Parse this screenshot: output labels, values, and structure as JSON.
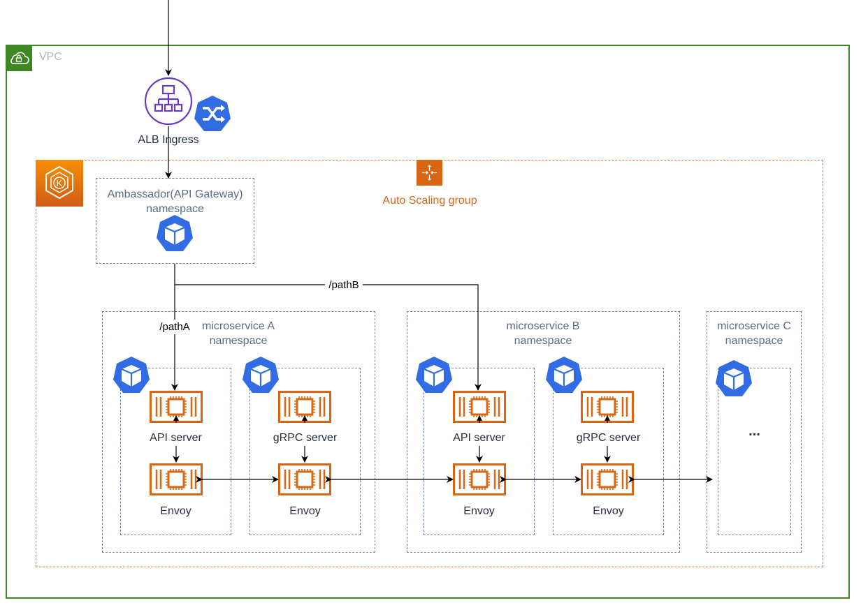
{
  "vpc": {
    "label": "VPC",
    "icon": "vpc-cloud-lock-icon",
    "border_color": "#3f8624"
  },
  "ingress": {
    "label": "ALB Ingress",
    "alb_icon": "application-load-balancer-icon",
    "ingress_icon": "kubernetes-ingress-icon",
    "alb_color": "#693cc5",
    "k8s_color": "#326ce5"
  },
  "cluster": {
    "icon": "eks-icon"
  },
  "auto_scaling": {
    "label": "Auto Scaling group",
    "icon": "auto-scaling-icon",
    "color": "#d86613"
  },
  "gateway": {
    "title": "Ambassador(API Gateway)",
    "subtitle": "namespace",
    "icon": "kubernetes-pod-icon"
  },
  "routes": {
    "path_a": "/pathA",
    "path_b": "/pathB"
  },
  "namespaces": [
    {
      "title": "microservice A",
      "subtitle": "namespace",
      "pods": [
        {
          "server_label": "API server",
          "sidecar_label": "Envoy"
        },
        {
          "server_label": "gRPC server",
          "sidecar_label": "Envoy"
        }
      ]
    },
    {
      "title": "microservice B",
      "subtitle": "namespace",
      "pods": [
        {
          "server_label": "API server",
          "sidecar_label": "Envoy"
        },
        {
          "server_label": "gRPC server",
          "sidecar_label": "Envoy"
        }
      ]
    },
    {
      "title": "microservice C",
      "subtitle": "namespace",
      "pods": [
        {
          "placeholder": "..."
        }
      ]
    }
  ],
  "container_icon": "container-chip-icon",
  "container_color": "#d86613"
}
